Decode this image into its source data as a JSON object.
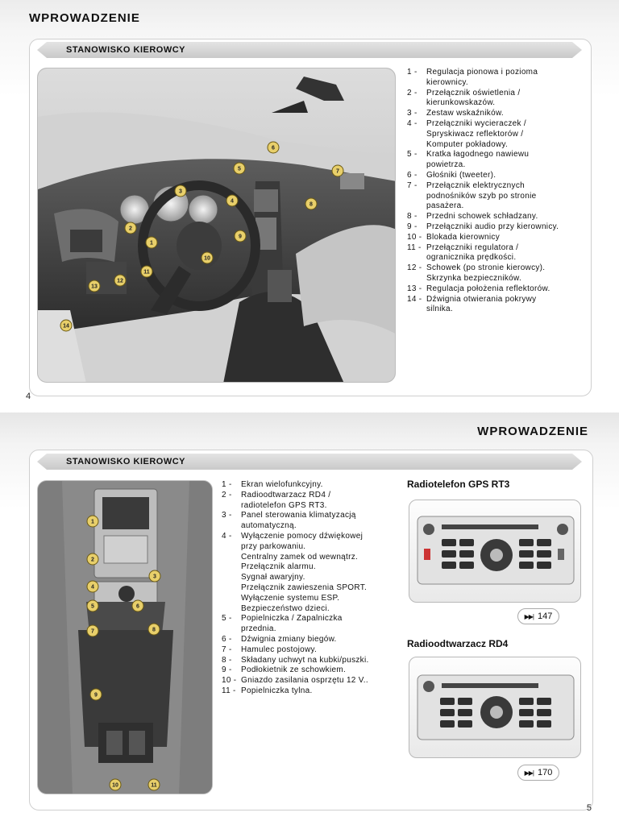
{
  "left_page": {
    "title": "WPROWADZENIE",
    "section": "STANOWISKO KIEROWCY",
    "page_number": "4",
    "legend": [
      {
        "num": "1 -",
        "lines": [
          "Regulacja pionowa i pozioma",
          "kierownicy."
        ]
      },
      {
        "num": "2 -",
        "lines": [
          "Przełącznik oświetlenia /",
          "kierunkowskazów."
        ]
      },
      {
        "num": "3 -",
        "lines": [
          "Zestaw wskaźników."
        ]
      },
      {
        "num": "4 -",
        "lines": [
          "Przełączniki wycieraczek /",
          "Spryskiwacz reflektorów /",
          "Komputer pokładowy."
        ]
      },
      {
        "num": "5 -",
        "lines": [
          "Kratka łagodnego nawiewu",
          "powietrza."
        ]
      },
      {
        "num": "6 -",
        "lines": [
          "Głośniki (tweeter)."
        ]
      },
      {
        "num": "7 -",
        "lines": [
          "Przełącznik elektrycznych",
          "podnośników szyb po stronie",
          "pasażera."
        ]
      },
      {
        "num": "8 -",
        "lines": [
          "Przedni schowek schładzany."
        ]
      },
      {
        "num": "9 -",
        "lines": [
          "Przełączniki audio przy kierownicy."
        ]
      },
      {
        "num": "10 -",
        "lines": [
          "Blokada kierownicy"
        ]
      },
      {
        "num": "11 -",
        "lines": [
          "Przełączniki regulatora /",
          "ogranicznika prędkości."
        ]
      },
      {
        "num": "12 -",
        "lines": [
          "Schowek (po stronie kierowcy).",
          "Skrzynka bezpieczników."
        ]
      },
      {
        "num": "13 -",
        "lines": [
          "Regulacja położenia reflektorów."
        ]
      },
      {
        "num": "14 -",
        "lines": [
          "Dźwignia otwierania pokrywy",
          "silnika."
        ]
      }
    ]
  },
  "right_page": {
    "title": "WPROWADZENIE",
    "section": "STANOWISKO KIEROWCY",
    "page_number": "5",
    "legend": [
      {
        "num": "1 -",
        "lines": [
          "Ekran wielofunkcyjny."
        ]
      },
      {
        "num": "2 -",
        "lines": [
          "Radioodtwarzacz RD4 /",
          "radiotelefon GPS RT3."
        ]
      },
      {
        "num": "3 -",
        "lines": [
          "Panel sterowania klimatyzacją",
          "automatyczną."
        ]
      },
      {
        "num": "4 -",
        "lines": [
          "Wyłączenie pomocy dźwiękowej",
          "przy parkowaniu.",
          "Centralny zamek od wewnątrz.",
          "Przełącznik alarmu.",
          "Sygnał awaryjny.",
          "Przełącznik zawieszenia SPORT.",
          "Wyłączenie systemu ESP.",
          "Bezpieczeństwo dzieci."
        ]
      },
      {
        "num": "5 -",
        "lines": [
          "Popielniczka / Zapalniczka",
          "przednia."
        ]
      },
      {
        "num": "6 -",
        "lines": [
          "Dźwignia zmiany biegów."
        ]
      },
      {
        "num": "7 -",
        "lines": [
          "Hamulec postojowy."
        ]
      },
      {
        "num": "8 -",
        "lines": [
          "Składany uchwyt na kubki/puszki."
        ]
      },
      {
        "num": "9 -",
        "lines": [
          "Podłokietnik ze schowkiem."
        ]
      },
      {
        "num": "10 -",
        "lines": [
          "Gniazdo zasilania osprzętu 12 V.."
        ]
      },
      {
        "num": "11 -",
        "lines": [
          "Popielniczka tylna."
        ]
      }
    ],
    "radios": [
      {
        "title": "Radiotelefon GPS RT3",
        "ref_icon": "fast-forward-icon",
        "ref": "147"
      },
      {
        "title": "Radioodtwarzacz RD4",
        "ref_icon": "fast-forward-icon",
        "ref": "170"
      }
    ]
  },
  "callouts_left": [
    "1",
    "2",
    "3",
    "4",
    "5",
    "6",
    "7",
    "8",
    "9",
    "10",
    "11",
    "12",
    "13",
    "14"
  ],
  "callouts_right": [
    "1",
    "2",
    "3",
    "4",
    "5",
    "6",
    "7",
    "8",
    "9",
    "10",
    "11"
  ]
}
